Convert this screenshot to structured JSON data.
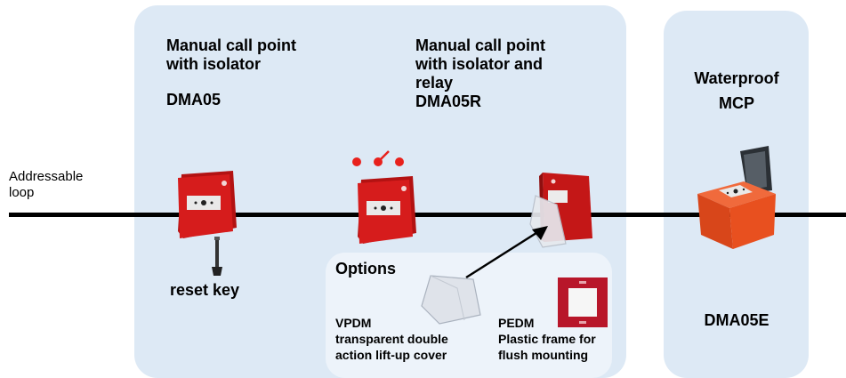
{
  "loop": {
    "label_line1": "Addressable",
    "label_line2": "loop"
  },
  "device_isolator": {
    "title_line1": "Manual call point",
    "title_line2": "with isolator",
    "code": "DMA05",
    "accessory": "reset key"
  },
  "device_relay": {
    "title_line1": "Manual call point",
    "title_line2": "with isolator and",
    "title_line3": "relay",
    "code": "DMA05R"
  },
  "device_waterproof": {
    "title_line1": "Waterproof",
    "title_line2": "MCP",
    "code": "DMA05E"
  },
  "options": {
    "heading": "Options",
    "vpdm": {
      "line1": "VPDM",
      "line2": "transparent double",
      "line3": "action lift-up cover"
    },
    "pedm": {
      "line1": "PEDM",
      "line2": "Plastic frame for",
      "line3": "flush mounting"
    }
  },
  "colors": {
    "panel": "#dde9f5",
    "options_panel": "#edf3fa",
    "device_red": "#d61c1c",
    "waterproof_orange": "#e8501f",
    "relay_dot": "#e8211c"
  }
}
